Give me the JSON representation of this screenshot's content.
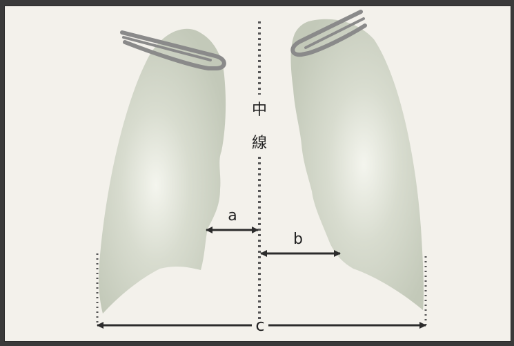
{
  "diagram": {
    "midline_label_1": "中",
    "midline_label_2": "線",
    "label_a": "a",
    "label_b": "b",
    "label_c": "c"
  },
  "colors": {
    "lung_fill": "#c9cfc0",
    "lung_highlight": "#eef0e8",
    "trachea_stroke": "#8a8a8a",
    "line": "#2b2b2b",
    "dotted_guide": "#555555",
    "background": "#f3f1eb"
  }
}
